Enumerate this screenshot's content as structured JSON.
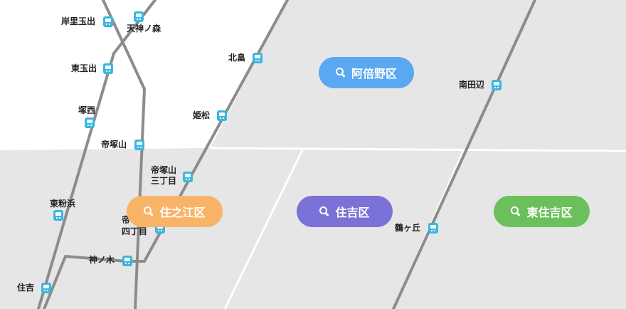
{
  "stations": {
    "kishinosato_tamade": "岸里玉出",
    "tenjinnomori": "天神ノ森",
    "higashi_tamade": "東玉出",
    "tsukanishi": "塚西",
    "kitabatake": "北畠",
    "himematsu": "姫松",
    "tezukayama": "帝塚山",
    "tezukayama_sanchome_line1": "帝塚山",
    "tezukayama_sanchome_line2": "三丁目",
    "tezukayama_yonchome_line1": "帝",
    "tezukayama_yonchome_line2": "四丁目",
    "higashi_kohama": "東粉浜",
    "kaminoki": "神ノ木",
    "sumiyoshi": "住吉",
    "minami_tanabe": "南田辺",
    "tsurugaoka": "鶴ヶ丘"
  },
  "wards": {
    "abeno": {
      "label": "阿倍野区",
      "color": "#5aa7f2"
    },
    "suminoe": {
      "label": "住之江区",
      "color": "#f9b367"
    },
    "sumiyoshi": {
      "label": "住吉区",
      "color": "#7a72d6"
    },
    "higashi_sumiyoshi": {
      "label": "東住吉区",
      "color": "#6cc05b"
    }
  },
  "colors": {
    "district_fill": "#e6e6e6",
    "rail": "#8c8c8c",
    "station_icon": "#3ab7e0"
  }
}
